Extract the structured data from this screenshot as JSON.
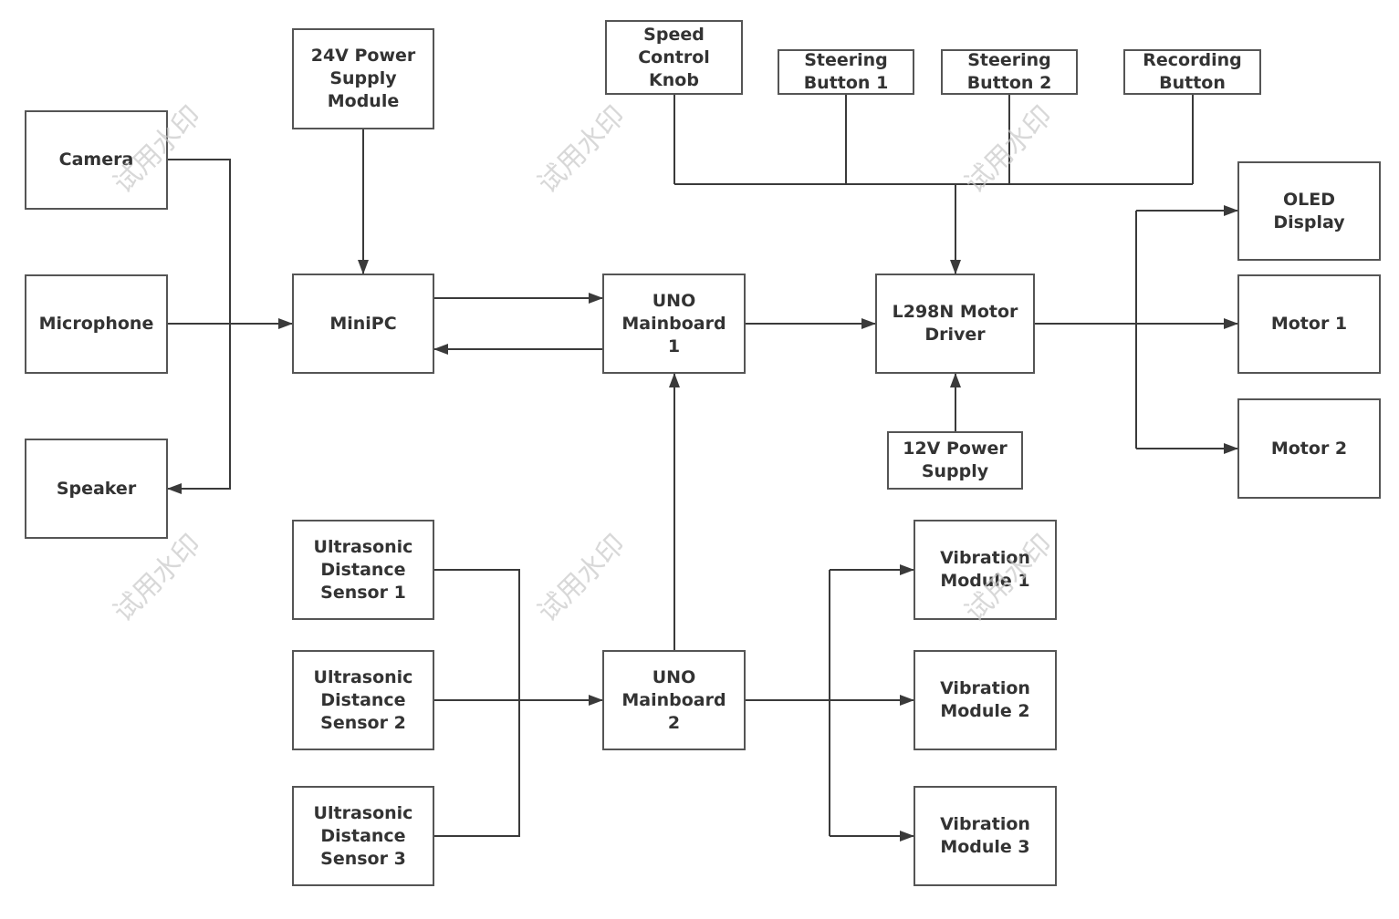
{
  "diagram": {
    "nodes": {
      "camera": "Camera",
      "microphone": "Microphone",
      "speaker": "Speaker",
      "power24v": "24V Power\nSupply\nModule",
      "minipc": "MiniPC",
      "uno1": "UNO\nMainboard\n1",
      "uno2": "UNO\nMainboard\n2",
      "speed_knob": "Speed\nControl\nKnob",
      "steering1": "Steering\nButton 1",
      "steering2": "Steering\nButton 2",
      "recording": "Recording\nButton",
      "l298n": "L298N Motor\nDriver",
      "power12v": "12V Power\nSupply",
      "oled": "OLED\nDisplay",
      "motor1": "Motor 1",
      "motor2": "Motor 2",
      "us1": "Ultrasonic\nDistance\nSensor 1",
      "us2": "Ultrasonic\nDistance\nSensor 2",
      "us3": "Ultrasonic\nDistance\nSensor 3",
      "vib1": "Vibration\nModule 1",
      "vib2": "Vibration\nModule 2",
      "vib3": "Vibration\nModule 3"
    },
    "watermark": "试用水印",
    "colors": {
      "line": "#3a3a3a",
      "border": "#555555",
      "text": "#333333",
      "watermark": "#c8c8c8"
    }
  }
}
